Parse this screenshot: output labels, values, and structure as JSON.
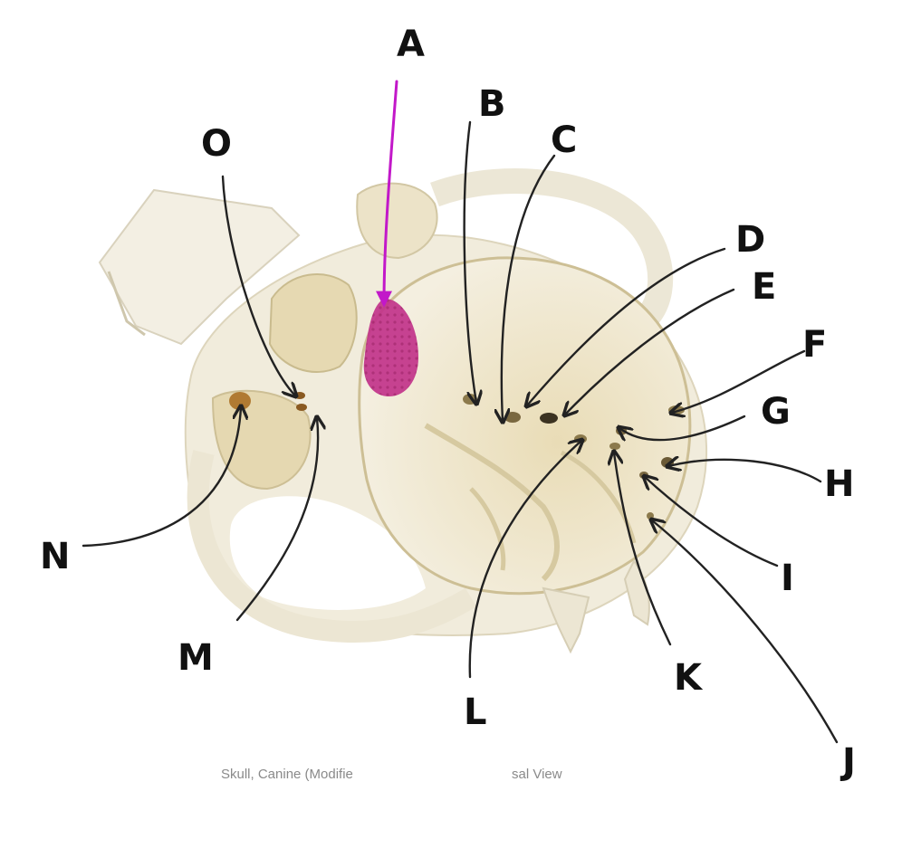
{
  "labels": {
    "a": "A",
    "b": "B",
    "c": "C",
    "d": "D",
    "e": "E",
    "f": "F",
    "g": "G",
    "h": "H",
    "i": "I",
    "j": "J",
    "k": "K",
    "l": "L",
    "m": "M",
    "n": "N",
    "o": "O"
  },
  "caption": {
    "left": "Skull, Canine (Modifie",
    "right": "sal View"
  },
  "colors": {
    "bone": "#efe9d6",
    "bone_shadow": "#d8cfae",
    "highlight": "#c2338a",
    "arrow_highlight": "#c218c9",
    "ink": "#222222"
  }
}
